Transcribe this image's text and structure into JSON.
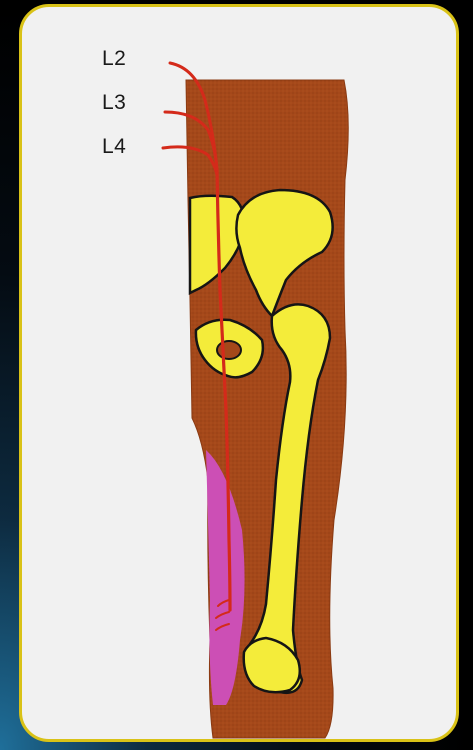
{
  "labels": {
    "l2": "L2",
    "l3": "L3",
    "l4": "L4"
  },
  "colors": {
    "background": "#000000",
    "panel": "#f1f1f1",
    "panel_border": "#d9c217",
    "tissue": "#a5481a",
    "bone": "#f4ec3a",
    "nerve": "#d42a1a",
    "muscle": "#cc4fb5",
    "outline": "#151515"
  }
}
